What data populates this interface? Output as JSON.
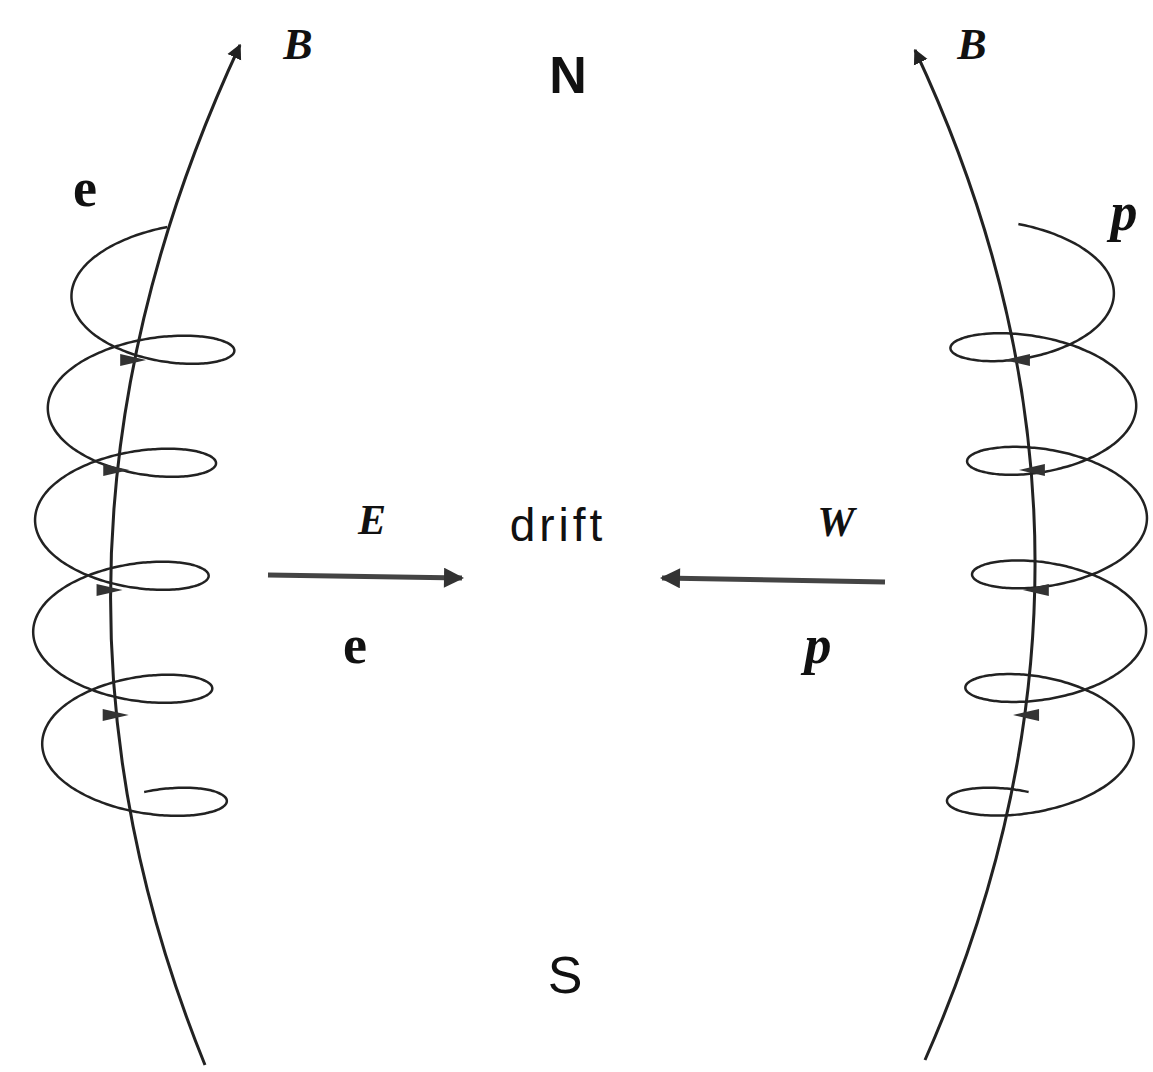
{
  "diagram": {
    "labels": [
      "B",
      "N",
      "B",
      "e",
      "p",
      "E",
      "drift",
      "W",
      "e",
      "p",
      "S"
    ]
  }
}
